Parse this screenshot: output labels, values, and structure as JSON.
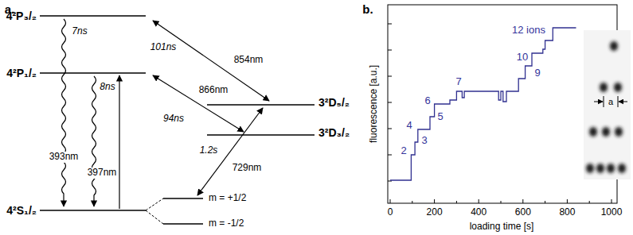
{
  "diagram": {
    "labels": [
      "a.",
      "4²P₃/₂",
      "4²P₁/₂",
      "4²S₁/₂",
      "3²D₅/₂",
      "3²D₃/₂",
      "m = +1/2",
      "m = -1/2",
      "7ns",
      "8ns",
      "393nm",
      "397nm",
      "101ns",
      "854nm",
      "866nm",
      "94ns",
      "1.2s",
      "729nm",
      "b.",
      "fluorescence [a.u.]",
      "loading time [s]",
      "0",
      "200",
      "400",
      "600",
      "800",
      "1000",
      "2",
      "4",
      "3",
      "6",
      "5",
      "7",
      "12 ions",
      "10",
      "9",
      "a"
    ]
  }
}
